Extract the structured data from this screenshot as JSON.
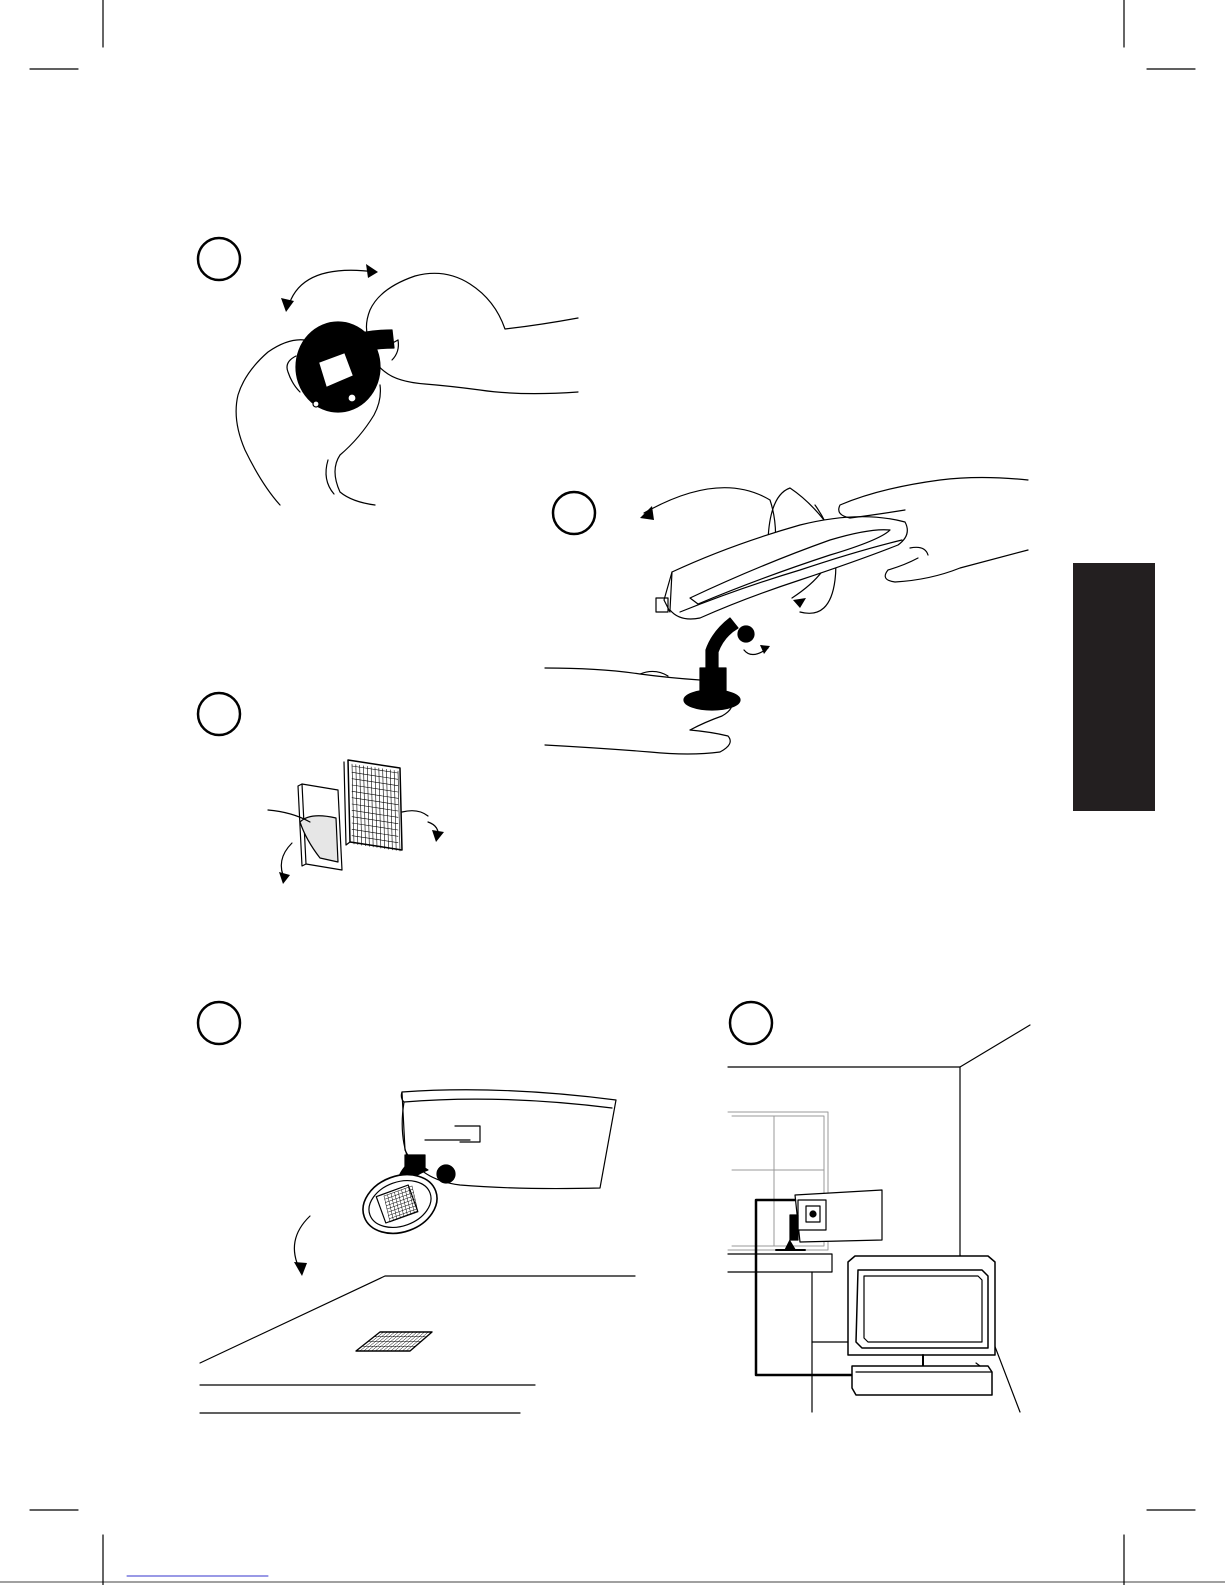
{
  "page": {
    "background": "#ffffff",
    "ink": "#000000",
    "side_tab_color": "#231f20",
    "link_color": "#3333cc"
  },
  "steps": [
    {
      "id": "step-1",
      "label": "",
      "icon": "step-circle-icon"
    },
    {
      "id": "step-2",
      "label": "",
      "icon": "step-circle-icon"
    },
    {
      "id": "step-3",
      "label": "",
      "icon": "step-circle-icon"
    },
    {
      "id": "step-4",
      "label": "",
      "icon": "step-circle-icon"
    },
    {
      "id": "step-5",
      "label": "",
      "icon": "step-circle-icon"
    }
  ],
  "illustrations": [
    "hands-unscrewing-cable-cap-illustration",
    "hands-rotating-camera-housing-illustration",
    "peel-adhesive-pads-illustration",
    "camera-mount-to-ceiling-illustration",
    "room-with-camera-and-monitor-illustration"
  ]
}
